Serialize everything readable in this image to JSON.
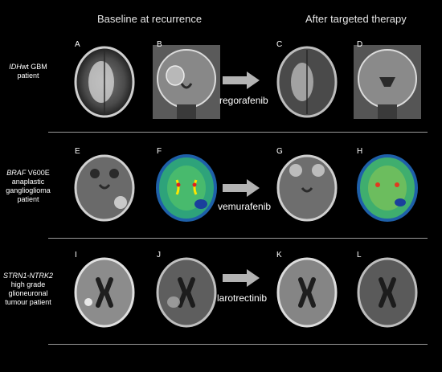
{
  "headers": {
    "baseline": "Baseline at recurrence",
    "after": "After targeted therapy"
  },
  "rows": [
    {
      "patient_italic": "IDH",
      "patient_rest": "wt GBM patient",
      "drug": "regorafenib",
      "letters": [
        "A",
        "B",
        "C",
        "D"
      ]
    },
    {
      "patient_italic": "BRAF",
      "patient_rest": " V600E anaplastic ganglioglioma patient",
      "drug": "vemurafenib",
      "letters": [
        "E",
        "F",
        "G",
        "H"
      ]
    },
    {
      "patient_italic": "STRN1-NTRK2",
      "patient_rest": " high grade glioneuronal tumour patient",
      "drug": "larotrectinib",
      "letters": [
        "I",
        "J",
        "K",
        "L"
      ]
    }
  ],
  "colors": {
    "background": "#000000",
    "arrow": "#b3b3b3",
    "divider": "#9a9a9a",
    "text": "#ffffff"
  }
}
